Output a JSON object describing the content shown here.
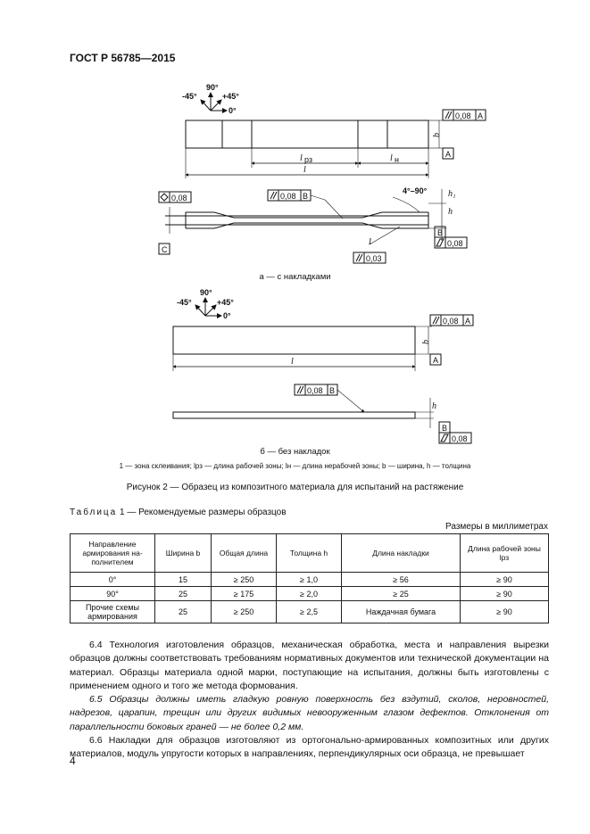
{
  "header": {
    "standard": "ГОСТ Р 56785—2015"
  },
  "figure": {
    "orientation_labels": {
      "deg90": "90°",
      "deg_minus45": "-45°",
      "deg_plus45": "+45°",
      "deg0": "0°"
    },
    "tol_parallel": "0,08",
    "tol_parallel_03": "0,03",
    "tol_flat": "0,08",
    "tol_datum_a": "A",
    "tol_datum_b": "B",
    "tol_datum_c": "C",
    "angle_label": "4°–90°",
    "dim_b": "b",
    "dim_h": "h",
    "dim_h1": "h₁",
    "dim_l": "l",
    "dim_lrz": "l",
    "dim_lrz_sub": "рз",
    "dim_ln": "l",
    "dim_ln_sub": "н",
    "ref_1": "1",
    "caption_a": "а — с накладками",
    "caption_b": "б — без накладок",
    "legend": "1 — зона склеивания; lрз — длина рабочей зоны; lн — длина нерабочей зоны; b — ширина, h — толщина",
    "title": "Рисунок 2 — Образец из композитного материала для испытаний на растяжение"
  },
  "table": {
    "title_prefix": "Таблица",
    "title_rest": "1 — Рекомендуемые размеры образцов",
    "units": "Размеры в миллиметрах",
    "headers": [
      "Направление армирования на-полнителем",
      "Ширина b",
      "Общая длина",
      "Толщина h",
      "Длина накладки",
      "Длина рабочей зоны lрз"
    ],
    "rows": [
      [
        "0°",
        "15",
        "≥ 250",
        "≥ 1,0",
        "≥ 56",
        "≥ 90"
      ],
      [
        "90°",
        "25",
        "≥ 175",
        "≥ 2,0",
        "≥ 25",
        "≥ 90"
      ],
      [
        "Прочие схемы армирования",
        "25",
        "≥ 250",
        "≥ 2,5",
        "Наждачная бумага",
        "≥ 90"
      ]
    ]
  },
  "body": {
    "p64": "6.4 Технология изготовления образцов, механическая обработка, места и направления вырезки образцов должны соответствовать требованиям нормативных документов или технической документации на материал. Образцы материала одной марки, поступающие на испытания, должны быть изготовлены с применением одного и того же метода формования.",
    "p65": "6.5 Образцы должны иметь гладкую ровную поверхность без вздутий, сколов, неровностей, надрезов, царапин, трещин или других видимых невооруженным глазом дефектов. Отклонения от параллельности боковых граней — не более 0,2 мм.",
    "p66": "6.6 Накладки для образцов изготовляют из ортогонально-армированных композитных или других материалов, модуль упругости которых в направлениях, перпендикулярных оси образца, не превышает"
  },
  "page_number": "4"
}
